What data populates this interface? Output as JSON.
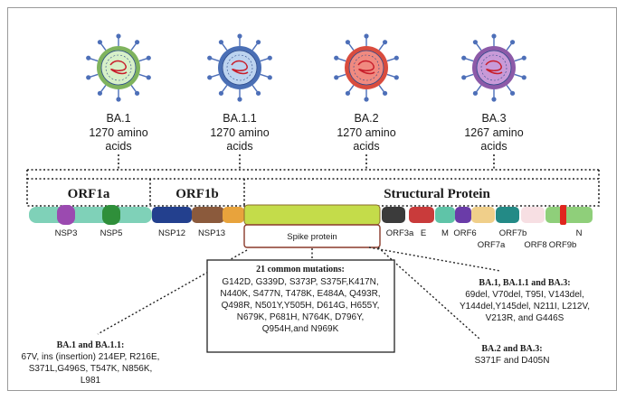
{
  "variants": [
    {
      "name": "BA.1",
      "line1": "1270 amino",
      "line2": "acids",
      "core": "#d7f0c8",
      "ring": "#7fb35e"
    },
    {
      "name": "BA.1.1",
      "line1": "1270 amino",
      "line2": "acids",
      "core": "#bcd3ef",
      "ring": "#4a6fb5"
    },
    {
      "name": "BA.2",
      "line1": "1270 amino",
      "line2": "acids",
      "core": "#f08a80",
      "ring": "#d94c3e"
    },
    {
      "name": "BA.3",
      "line1": "1267 amino",
      "line2": "acids",
      "core": "#c89ad8",
      "ring": "#8c5aa8"
    }
  ],
  "regions": {
    "orf1a": "ORF1a",
    "orf1b": "ORF1b",
    "structural": "Structural Protein"
  },
  "genes": {
    "nsp3": "NSP3",
    "nsp5": "NSP5",
    "nsp12": "NSP12",
    "nsp13": "NSP13",
    "spike": "Spike protein",
    "orf3a": "ORF3a",
    "e": "E",
    "m": "M",
    "orf6": "ORF6",
    "orf7a": "ORF7a",
    "orf7b": "ORF7b",
    "orf8": "ORF8",
    "n": "N",
    "orf9b": "ORF9b"
  },
  "common": {
    "title": "21 common mutations:",
    "lines": [
      "G142D, G339D, S373P, S375F,K417N,",
      "N440K, S477N, T478K, E484A, Q493R,",
      "Q498R, N501Y,Y505H, D614G, H655Y,",
      "N679K, P681H, N764K, D796Y,",
      "Q954H,and N969K"
    ]
  },
  "ba1_ba11": {
    "title": "BA.1 and BA.1.1:",
    "lines": [
      "67V, ins (insertion) 214EP, R216E,",
      "S371L,G496S, T547K, N856K,",
      "L981"
    ]
  },
  "ba1_ba11_ba3": {
    "title": "BA.1, BA.1.1 and BA.3:",
    "lines": [
      "69del, V70del, T95I, V143del,",
      "Y144del,Y145del, N211I, L212V,",
      "V213R, and G446S"
    ]
  },
  "ba2_ba3": {
    "title": "BA.2 and BA.3:",
    "lines": [
      "S371F and D405N"
    ]
  }
}
